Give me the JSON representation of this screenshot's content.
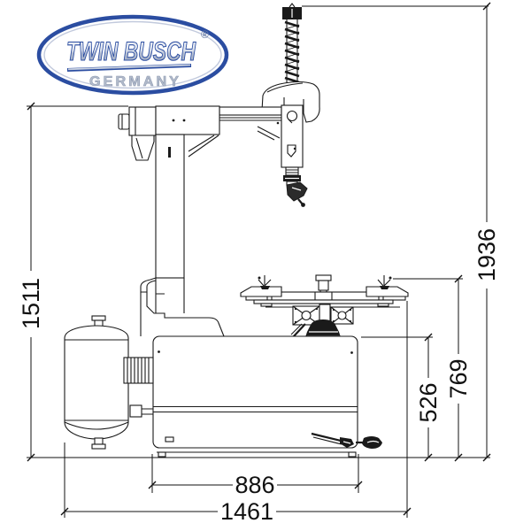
{
  "logo": {
    "brand": "TWIN BUSCH",
    "registered": "®",
    "country": "GERMANY"
  },
  "dimensions": {
    "height_to_arm": "1511",
    "total_height": "1936",
    "clamp_table_height": "769",
    "cabinet_height": "526",
    "cabinet_width": "886",
    "total_width": "1461"
  },
  "colors": {
    "line": "#1a1a1a",
    "logo_blue": "#2b4da1",
    "logo_silver": "#c9d1e0"
  }
}
